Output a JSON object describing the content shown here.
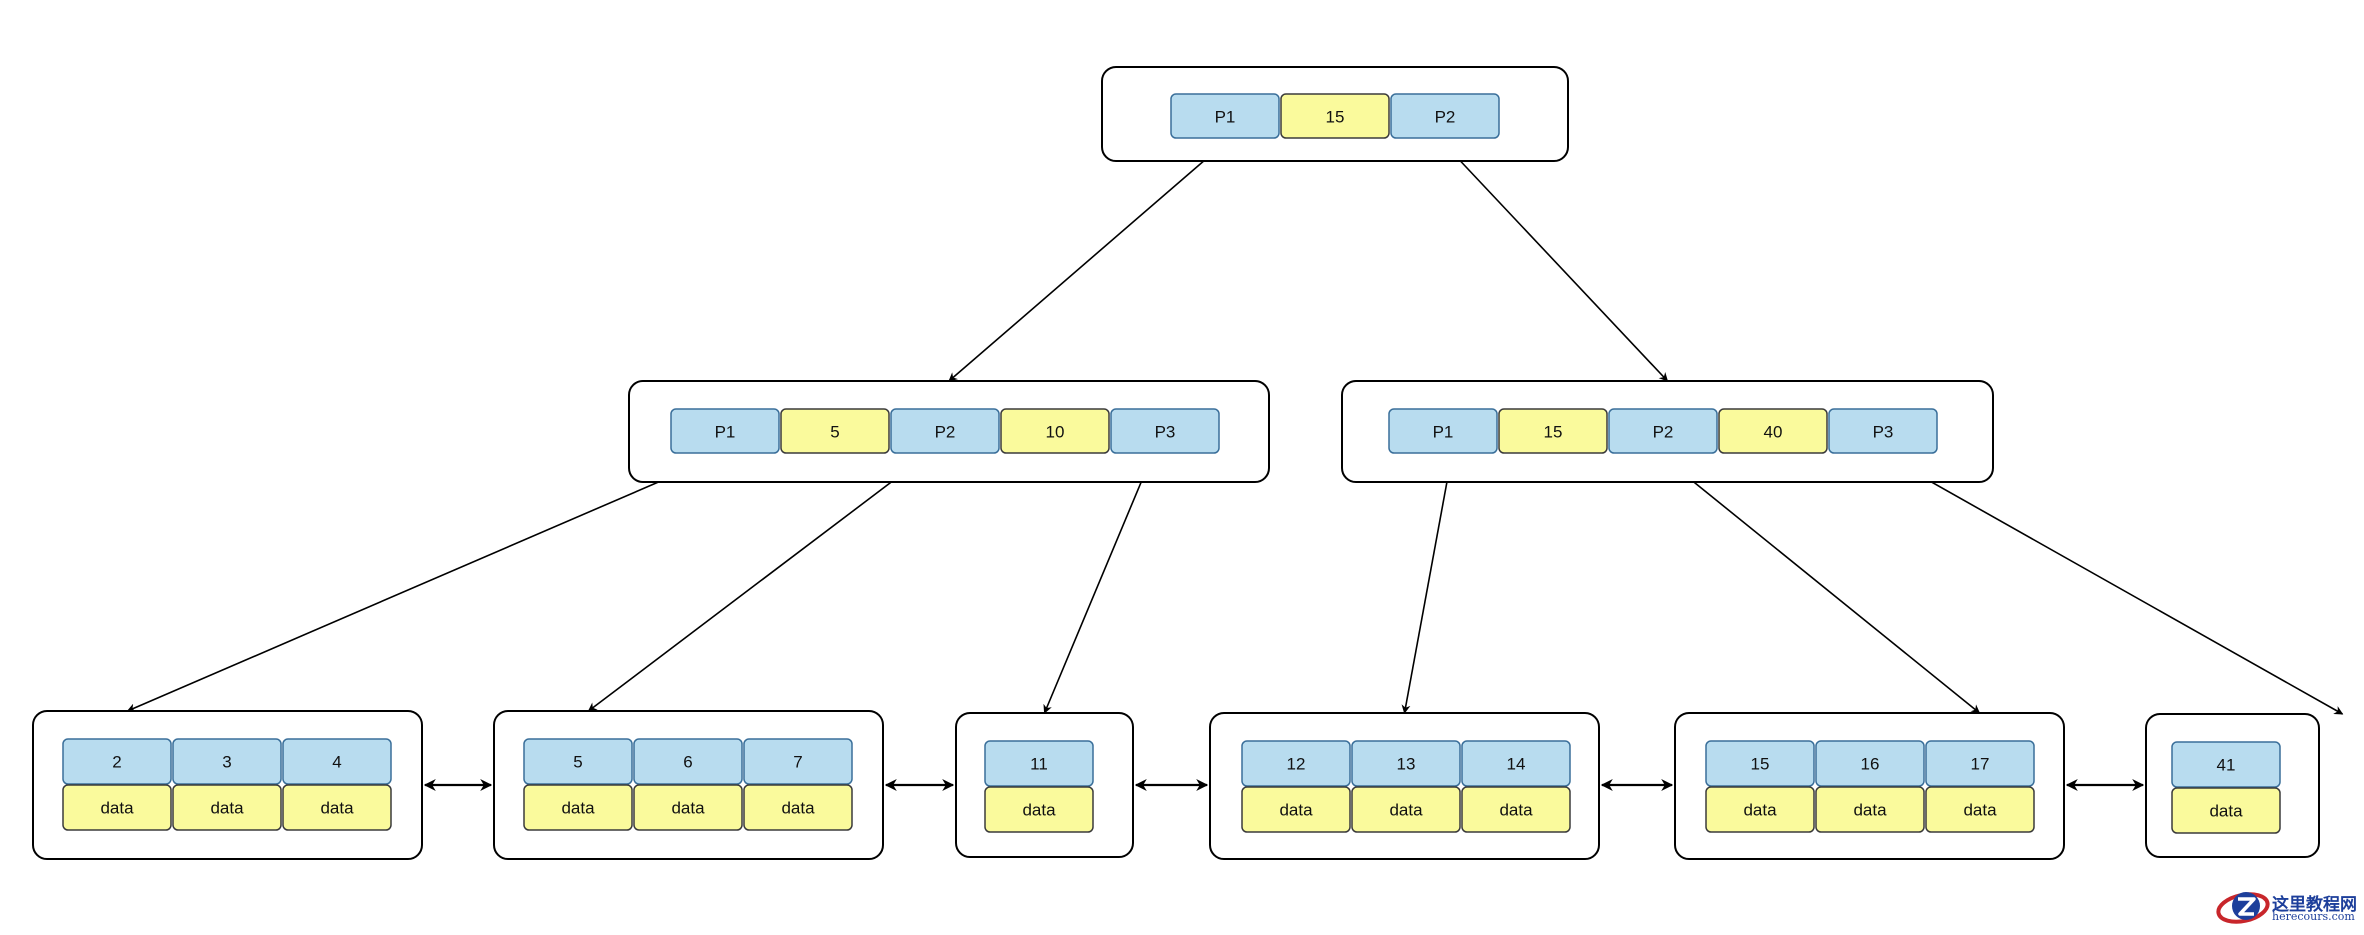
{
  "diagram": {
    "root": {
      "cells": [
        {
          "kind": "pointer",
          "text": "P1"
        },
        {
          "kind": "key",
          "text": "15"
        },
        {
          "kind": "pointer",
          "text": "P2"
        }
      ]
    },
    "internal_nodes": [
      {
        "cells": [
          {
            "kind": "pointer",
            "text": "P1"
          },
          {
            "kind": "key",
            "text": "5"
          },
          {
            "kind": "pointer",
            "text": "P2"
          },
          {
            "kind": "key",
            "text": "10"
          },
          {
            "kind": "pointer",
            "text": "P3"
          }
        ]
      },
      {
        "cells": [
          {
            "kind": "pointer",
            "text": "P1"
          },
          {
            "kind": "key",
            "text": "15"
          },
          {
            "kind": "pointer",
            "text": "P2"
          },
          {
            "kind": "key",
            "text": "40"
          },
          {
            "kind": "pointer",
            "text": "P3"
          }
        ]
      }
    ],
    "leaves": [
      {
        "keys": [
          "2",
          "3",
          "4"
        ],
        "data": [
          "data",
          "data",
          "data"
        ]
      },
      {
        "keys": [
          "5",
          "6",
          "7"
        ],
        "data": [
          "data",
          "data",
          "data"
        ]
      },
      {
        "keys": [
          "11"
        ],
        "data": [
          "data"
        ]
      },
      {
        "keys": [
          "12",
          "13",
          "14"
        ],
        "data": [
          "data",
          "data",
          "data"
        ]
      },
      {
        "keys": [
          "15",
          "16",
          "17"
        ],
        "data": [
          "data",
          "data",
          "data"
        ]
      },
      {
        "keys": [
          "41"
        ],
        "data": [
          "data"
        ]
      }
    ],
    "pointer_edges": [
      {
        "from": "root.P1",
        "to": "internal.0"
      },
      {
        "from": "root.P2",
        "to": "internal.1"
      },
      {
        "from": "internal.0.P1",
        "to": "leaf.0"
      },
      {
        "from": "internal.0.P2",
        "to": "leaf.1"
      },
      {
        "from": "internal.0.P3",
        "to": "leaf.2"
      },
      {
        "from": "internal.1.P1",
        "to": "leaf.3"
      },
      {
        "from": "internal.1.P2",
        "to": "leaf.4"
      },
      {
        "from": "internal.1.P3",
        "to": "leaf.5"
      }
    ],
    "leaf_links": "bidirectional",
    "colors": {
      "pointer": "#b8dcef",
      "key": "#fafa9c",
      "border": "#000000"
    }
  },
  "watermark": {
    "title": "这里教程网",
    "url": "herecours.com",
    "logo_icon": "z-swoosh-logo-icon"
  }
}
